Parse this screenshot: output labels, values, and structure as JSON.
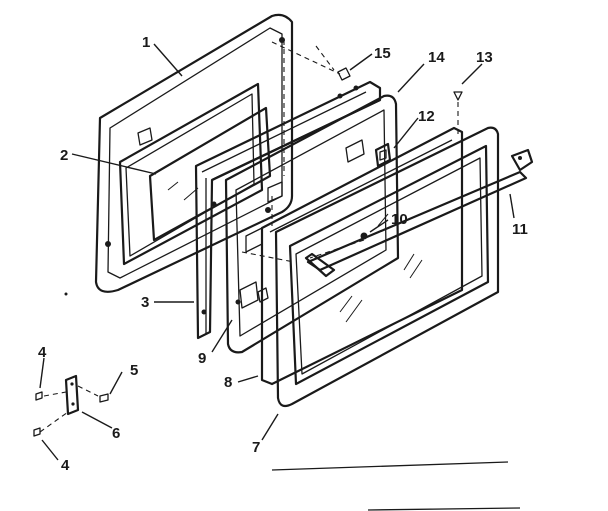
{
  "diagram": {
    "callouts": [
      {
        "id": "c1",
        "text": "1"
      },
      {
        "id": "c2",
        "text": "2"
      },
      {
        "id": "c3",
        "text": "3"
      },
      {
        "id": "c4a",
        "text": "4"
      },
      {
        "id": "c4b",
        "text": "4"
      },
      {
        "id": "c5",
        "text": "5"
      },
      {
        "id": "c6",
        "text": "6"
      },
      {
        "id": "c7",
        "text": "7"
      },
      {
        "id": "c8",
        "text": "8"
      },
      {
        "id": "c9",
        "text": "9"
      },
      {
        "id": "c10",
        "text": "10"
      },
      {
        "id": "c11",
        "text": "11"
      },
      {
        "id": "c12",
        "text": "12"
      },
      {
        "id": "c13",
        "text": "13"
      },
      {
        "id": "c14",
        "text": "14"
      },
      {
        "id": "c15",
        "text": "15"
      }
    ]
  }
}
